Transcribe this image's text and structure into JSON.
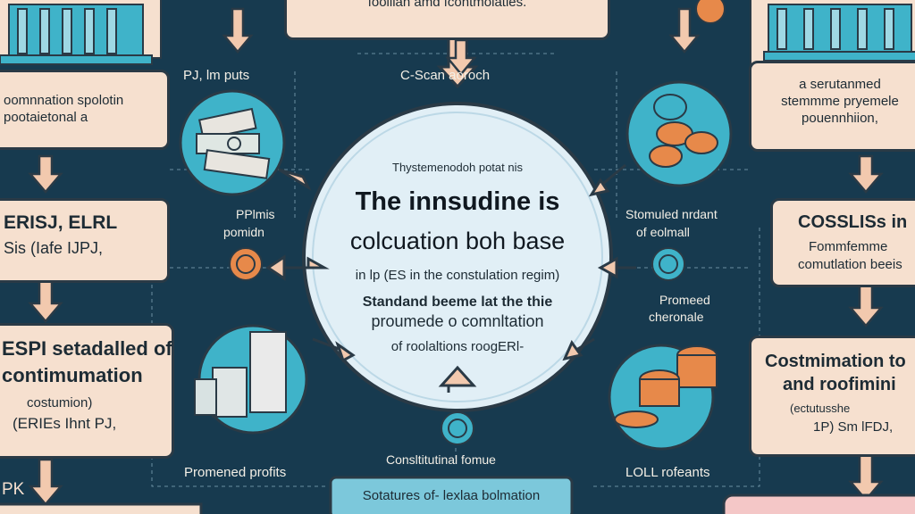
{
  "colors": {
    "background": "#173a4f",
    "panel": "#f6e0cf",
    "circle": "#e1eff6",
    "teal": "#3fb3c9",
    "coin": "#e7894a",
    "arrow": "#f2c9ae"
  },
  "center": {
    "subtitle": "Thystemenodoh potat nis",
    "title_line1": "The innsudine is",
    "title_line2": "colcuation boh base",
    "line3": "in lp (ES in the constulation regim)",
    "line4": "Standand beeme lat the thie",
    "line5": "proumede o comnltation",
    "line6": "of roolaltions roogERl-"
  },
  "top": {
    "box_text": "fooilian amd fcontmolaties.",
    "label": "C-Scan aoroch"
  },
  "left": {
    "box1": [
      "oomnnation spolotin",
      "pootaietonal a"
    ],
    "label1": "PJ, lm puts",
    "box2": [
      "ERISJ, ELRL",
      "Sis (Iafe IJPJ,"
    ],
    "label2": [
      "PPlmis",
      "pomidn"
    ],
    "box3": [
      "ESPI setadalled of",
      "contimumation",
      "costumion)",
      "(ERIEs Ihnt PJ,"
    ],
    "label3": "Promened profits",
    "bottom_label": "PK"
  },
  "right": {
    "box1": [
      "a serutanmed",
      "stemmme pryemele",
      "pouennhiion,"
    ],
    "label1": [
      "Stomuled nrdant",
      "of eolmall"
    ],
    "box2": [
      "COSSLISs in",
      "Fommfemme",
      "comutlation beeis"
    ],
    "label2": [
      "Promeed",
      "cheronale"
    ],
    "box3": [
      "Costmimation to",
      "and roofimini",
      "(ectutusshe",
      "1P) Sm lFDJ,"
    ],
    "label3": "LOLL rofeants"
  },
  "bottom": {
    "label": "Consltitutinal fomue",
    "banner": "Sotatures of- lexlaa bolmation"
  },
  "icons": [
    "bank-building-icon",
    "cash-stack-icon",
    "coin-icon",
    "coin-pile-icon"
  ]
}
